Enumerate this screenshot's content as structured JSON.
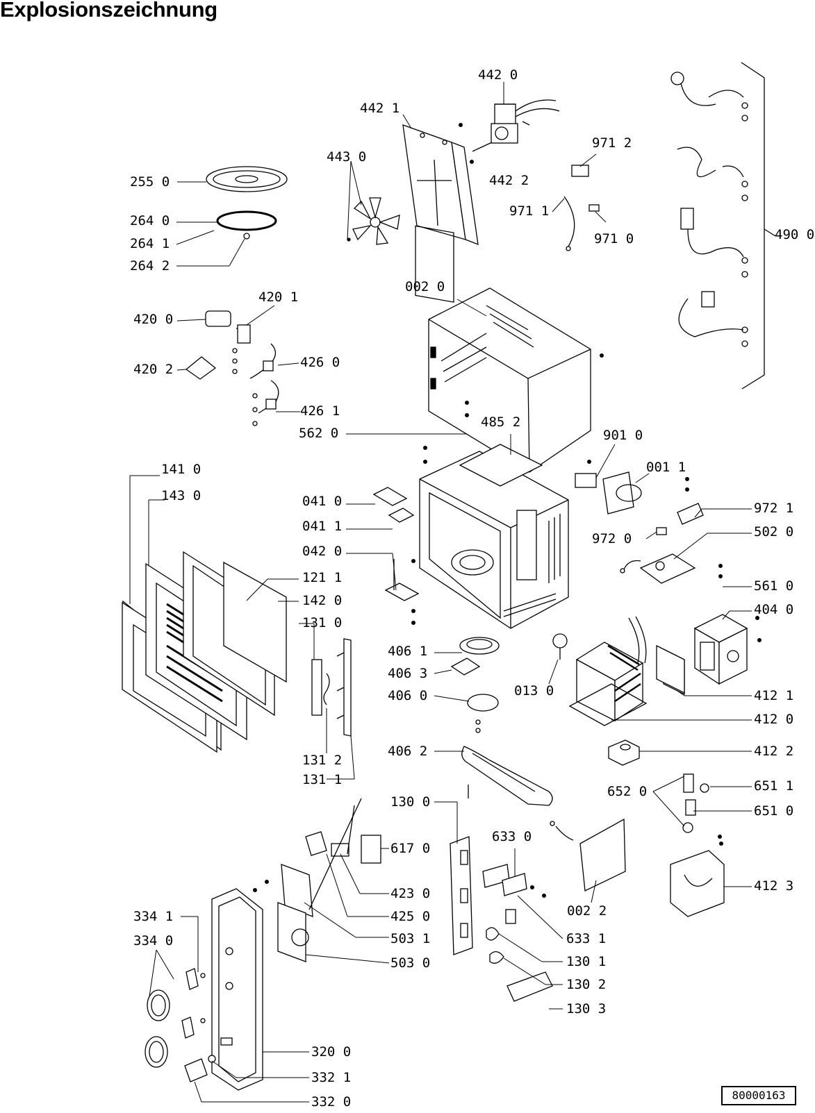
{
  "title": "Explosionszeichnung",
  "document_number": "80000163",
  "parts": [
    {
      "id": "p4420",
      "label": "442 0"
    },
    {
      "id": "p4421",
      "label": "442 1"
    },
    {
      "id": "p4430",
      "label": "443 0"
    },
    {
      "id": "p4422",
      "label": "442 2"
    },
    {
      "id": "p9712",
      "label": "971 2"
    },
    {
      "id": "p9711",
      "label": "971 1"
    },
    {
      "id": "p9710",
      "label": "971 0"
    },
    {
      "id": "p4900",
      "label": "490 0"
    },
    {
      "id": "p2550",
      "label": "255 0"
    },
    {
      "id": "p2640",
      "label": "264 0"
    },
    {
      "id": "p2641",
      "label": "264 1"
    },
    {
      "id": "p2642",
      "label": "264 2"
    },
    {
      "id": "p0020",
      "label": "002 0"
    },
    {
      "id": "p4201",
      "label": "420 1"
    },
    {
      "id": "p4200",
      "label": "420 0"
    },
    {
      "id": "p4260",
      "label": "426 0"
    },
    {
      "id": "p4202",
      "label": "420 2"
    },
    {
      "id": "p4261",
      "label": "426 1"
    },
    {
      "id": "p5620",
      "label": "562 0"
    },
    {
      "id": "p4852",
      "label": "485 2"
    },
    {
      "id": "p9010",
      "label": "901 0"
    },
    {
      "id": "p0011",
      "label": "001 1"
    },
    {
      "id": "p1410",
      "label": "141 0"
    },
    {
      "id": "p1430",
      "label": "143 0"
    },
    {
      "id": "p0410",
      "label": "041 0"
    },
    {
      "id": "p9721",
      "label": "972 1"
    },
    {
      "id": "p0411",
      "label": "041 1"
    },
    {
      "id": "p9720",
      "label": "972 0"
    },
    {
      "id": "p5020",
      "label": "502 0"
    },
    {
      "id": "p0420",
      "label": "042 0"
    },
    {
      "id": "p1211",
      "label": "121 1"
    },
    {
      "id": "p5610",
      "label": "561 0"
    },
    {
      "id": "p1420",
      "label": "142 0"
    },
    {
      "id": "p4040",
      "label": "404 0"
    },
    {
      "id": "p1310",
      "label": "131 0"
    },
    {
      "id": "p4061",
      "label": "406 1"
    },
    {
      "id": "p4063",
      "label": "406 3"
    },
    {
      "id": "p0130",
      "label": "013 0"
    },
    {
      "id": "p4121",
      "label": "412 1"
    },
    {
      "id": "p4060",
      "label": "406 0"
    },
    {
      "id": "p4120",
      "label": "412 0"
    },
    {
      "id": "p1312",
      "label": "131 2"
    },
    {
      "id": "p4062",
      "label": "406 2"
    },
    {
      "id": "p4122",
      "label": "412 2"
    },
    {
      "id": "p1311",
      "label": "131 1"
    },
    {
      "id": "p1300",
      "label": "130 0"
    },
    {
      "id": "p6520",
      "label": "652 0"
    },
    {
      "id": "p6511",
      "label": "651 1"
    },
    {
      "id": "p6510",
      "label": "651 0"
    },
    {
      "id": "p6330",
      "label": "633 0"
    },
    {
      "id": "p6170",
      "label": "617 0"
    },
    {
      "id": "p4123",
      "label": "412 3"
    },
    {
      "id": "p4230",
      "label": "423 0"
    },
    {
      "id": "p0022",
      "label": "002 2"
    },
    {
      "id": "p3341",
      "label": "334 1"
    },
    {
      "id": "p4250",
      "label": "425 0"
    },
    {
      "id": "p3340",
      "label": "334 0"
    },
    {
      "id": "p5031",
      "label": "503 1"
    },
    {
      "id": "p6331",
      "label": "633 1"
    },
    {
      "id": "p5030",
      "label": "503 0"
    },
    {
      "id": "p1301",
      "label": "130 1"
    },
    {
      "id": "p1302",
      "label": "130 2"
    },
    {
      "id": "p1303",
      "label": "130 3"
    },
    {
      "id": "p3200",
      "label": "320 0"
    },
    {
      "id": "p3321",
      "label": "332 1"
    },
    {
      "id": "p3320",
      "label": "332 0"
    }
  ]
}
